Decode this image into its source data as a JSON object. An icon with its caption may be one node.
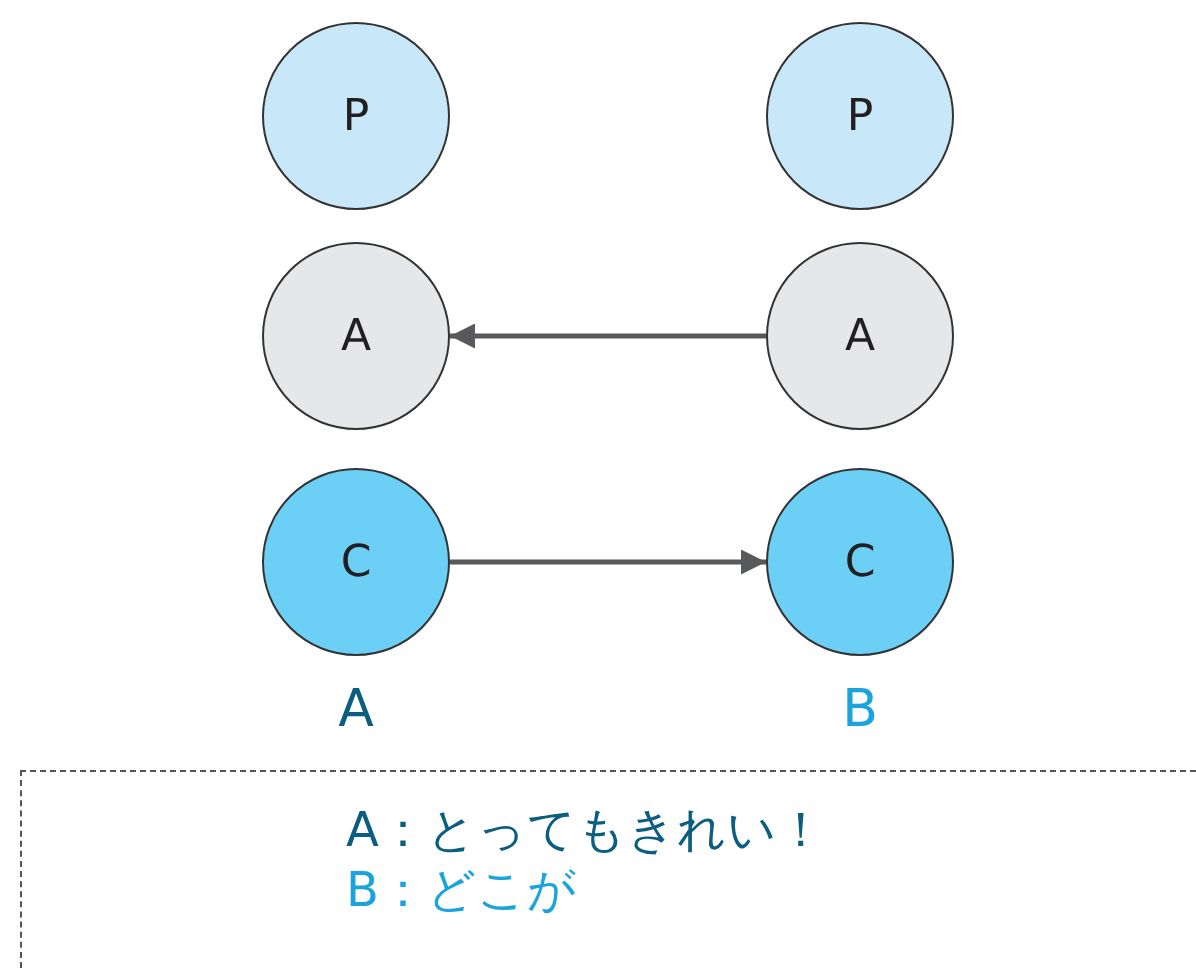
{
  "diagram": {
    "nodes": [
      {
        "text": [
          "P"
        ]
      },
      {
        "text": [
          "A"
        ]
      },
      {
        "text": [
          "C"
        ]
      },
      {
        "text": [
          "P"
        ]
      },
      {
        "text": [
          "A"
        ]
      },
      {
        "text": [
          "C"
        ]
      },
      {
        "text": [
          "A：とってもきれい！",
          "B：どこが"
        ]
      }
    ],
    "edges": [
      {
        "from": 4,
        "to": 1,
        "arrow": "to"
      },
      {
        "from": 2,
        "to": 5,
        "arrow": "to"
      }
    ],
    "labels": [
      "A",
      "B"
    ]
  }
}
